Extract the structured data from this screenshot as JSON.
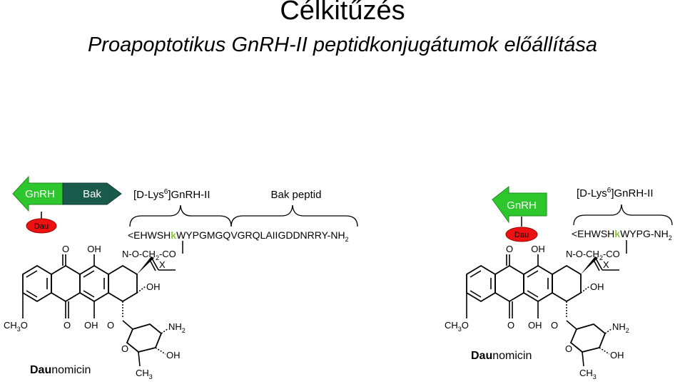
{
  "slide": {
    "title": "Célkitűzés",
    "subtitle": "Proapoptotikus GnRH-II peptidkonjugátumok előállítása"
  },
  "colors": {
    "gnrh_arrow": "#2dc72d",
    "bak_arrow": "#1a5a4a",
    "dau_ellipse": "#ee1111",
    "lys_highlight": "#8bc53f"
  },
  "left": {
    "gnrh_label": "GnRH",
    "bak_label": "Bak",
    "dau_label": "Dau",
    "brace1_label_pre": "[D-Lys",
    "brace1_label_sup": "6",
    "brace1_label_post": "]GnRH-II",
    "brace2_label": "Bak peptid",
    "seq_pre": "<EHWSH",
    "seq_k": "k",
    "seq_post": "WYPGMGQVGRQLAIIGDDNRRY-NH",
    "seq_sub": "2",
    "drug_name_bold": "Dau",
    "drug_name_rest": "nomicin"
  },
  "right": {
    "gnrh_label": "GnRH",
    "dau_label": "Dau",
    "brace_label_pre": "[D-Lys",
    "brace_label_sup": "6",
    "brace_label_post": "]GnRH-II",
    "seq_pre": "<EHWSH",
    "seq_k": "k",
    "seq_post": "WYPG-NH",
    "seq_sub": "2",
    "drug_name_bold": "Dau",
    "drug_name_rest": "nomicin"
  },
  "molecule": {
    "o": "O",
    "oh": "OH",
    "ch3o": "CH",
    "ch3o_sub": "3",
    "ch3o_tail": "O",
    "nh2": "NH",
    "nh2_sub": "2",
    "ch3": "CH",
    "ch3_sub": "3",
    "linker_pre": "N-O-CH",
    "linker_sub": "2",
    "linker_post": "-CO",
    "x": "X"
  }
}
